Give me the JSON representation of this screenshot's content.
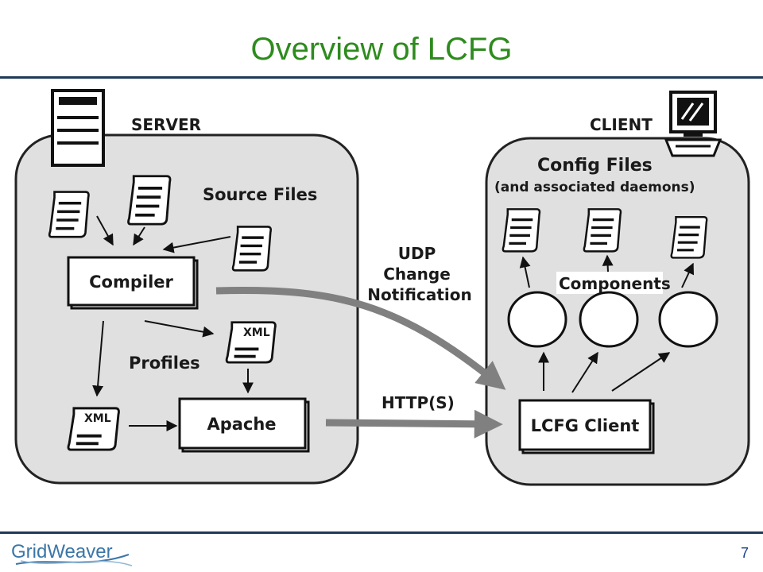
{
  "slide": {
    "title": "Overview of LCFG",
    "page_number": "7",
    "logo_text": "GridWeaver"
  },
  "diagram": {
    "server_label": "SERVER",
    "client_label": "CLIENT",
    "source_files_label": "Source Files",
    "compiler_label": "Compiler",
    "profiles_label": "Profiles",
    "xml_label": "XML",
    "apache_label": "Apache",
    "udp_label": [
      "UDP",
      "Change",
      "Notification"
    ],
    "http_label": "HTTP(S)",
    "config_files_label": "Config Files",
    "config_files_sub": "(and associated daemons)",
    "components_label": "Components",
    "lcfg_client_label": "LCFG Client"
  },
  "colors": {
    "title": "#2e8b1e",
    "rule": "#1f3a58",
    "panel_fill": "#e0e0e0",
    "flow_arrow": "#808080",
    "logo": "#3b76a8",
    "page_number": "#1a3d8a"
  }
}
